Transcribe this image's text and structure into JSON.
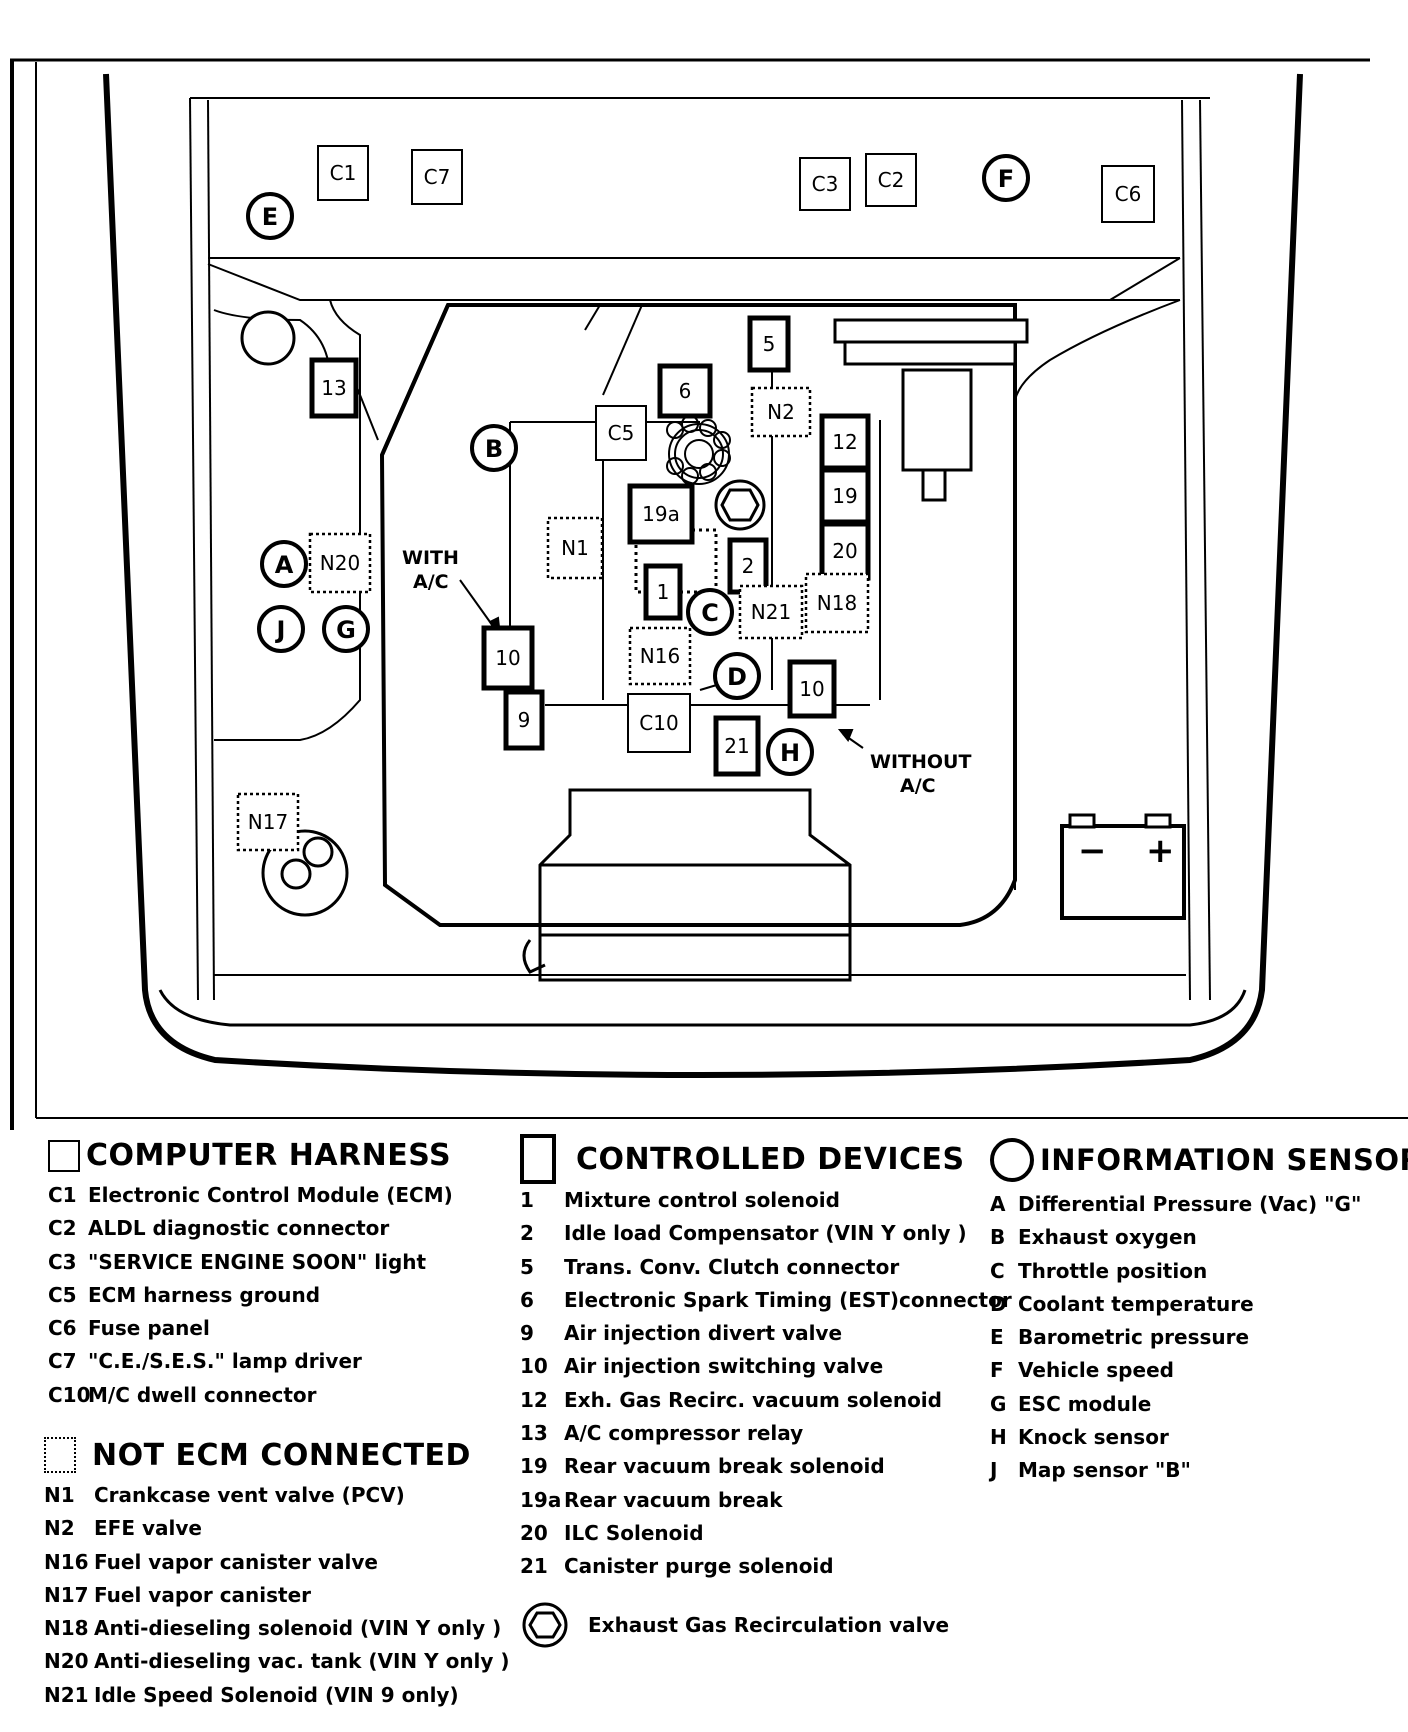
{
  "diagram": {
    "computer_harness_boxes": [
      "C1",
      "C7",
      "C3",
      "C2",
      "C6",
      "C5",
      "C10"
    ],
    "controlled_device_boxes": [
      "13",
      "5",
      "6",
      "12",
      "19",
      "20",
      "19a",
      "2",
      "1",
      "10",
      "9",
      "21",
      "10"
    ],
    "not_ecm_boxes": [
      "N2",
      "N1",
      "N20",
      "N21",
      "N18",
      "N16",
      "N17"
    ],
    "sensor_circles": [
      "E",
      "F",
      "B",
      "A",
      "J",
      "G",
      "C",
      "D",
      "H"
    ],
    "annotations": {
      "with_ac_line1": "WITH",
      "with_ac_line2": "A/C",
      "without_ac_line1": "WITHOUT",
      "without_ac_line2": "A/C"
    },
    "battery": {
      "minus": "−",
      "plus": "+"
    }
  },
  "legend": {
    "computer_harness": {
      "title": "COMPUTER HARNESS",
      "items": [
        {
          "code": "C1",
          "desc": "Electronic Control Module (ECM)"
        },
        {
          "code": "C2",
          "desc": "ALDL diagnostic connector"
        },
        {
          "code": "C3",
          "desc": "\"SERVICE ENGINE SOON\" light"
        },
        {
          "code": "C5",
          "desc": "ECM harness ground"
        },
        {
          "code": "C6",
          "desc": "Fuse panel"
        },
        {
          "code": "C7",
          "desc": "\"C.E./S.E.S.\" lamp driver"
        },
        {
          "code": "C10",
          "desc": "M/C dwell connector"
        }
      ]
    },
    "not_ecm_connected": {
      "title": "NOT ECM CONNECTED",
      "items": [
        {
          "code": "N1",
          "desc": "Crankcase vent valve (PCV)"
        },
        {
          "code": "N2",
          "desc": "EFE valve"
        },
        {
          "code": "N16",
          "desc": "Fuel vapor canister valve"
        },
        {
          "code": "N17",
          "desc": "Fuel vapor canister"
        },
        {
          "code": "N18",
          "desc": "Anti-dieseling solenoid (VIN Y only )"
        },
        {
          "code": "N20",
          "desc": "Anti-dieseling vac. tank (VIN Y only )"
        },
        {
          "code": "N21",
          "desc": "Idle Speed Solenoid (VIN 9 only)"
        }
      ]
    },
    "controlled_devices": {
      "title": "CONTROLLED DEVICES",
      "items": [
        {
          "code": "1",
          "desc": "Mixture control solenoid"
        },
        {
          "code": "2",
          "desc": "Idle load Compensator (VIN Y only )"
        },
        {
          "code": "5",
          "desc": "Trans. Conv. Clutch connector"
        },
        {
          "code": "6",
          "desc": "Electronic Spark Timing (EST)connector"
        },
        {
          "code": "9",
          "desc": "Air injection divert valve"
        },
        {
          "code": "10",
          "desc": "Air injection switching valve"
        },
        {
          "code": "12",
          "desc": "Exh. Gas Recirc. vacuum solenoid"
        },
        {
          "code": "13",
          "desc": "A/C compressor relay"
        },
        {
          "code": "19",
          "desc": "Rear vacuum break solenoid"
        },
        {
          "code": "19a",
          "desc": "Rear vacuum break"
        },
        {
          "code": "20",
          "desc": "ILC Solenoid"
        },
        {
          "code": "21",
          "desc": "Canister purge solenoid"
        }
      ],
      "egr_label": "Exhaust Gas Recirculation valve"
    },
    "information_sensors": {
      "title": "INFORMATION SENSORS",
      "items": [
        {
          "code": "A",
          "desc": "Differential Pressure (Vac) \"G\""
        },
        {
          "code": "B",
          "desc": "Exhaust oxygen"
        },
        {
          "code": "C",
          "desc": "Throttle position"
        },
        {
          "code": "D",
          "desc": "Coolant temperature"
        },
        {
          "code": "E",
          "desc": "Barometric pressure"
        },
        {
          "code": "F",
          "desc": "Vehicle speed"
        },
        {
          "code": "G",
          "desc": "ESC module"
        },
        {
          "code": "H",
          "desc": "Knock sensor"
        },
        {
          "code": "J",
          "desc": "Map sensor \"B\""
        }
      ]
    }
  }
}
